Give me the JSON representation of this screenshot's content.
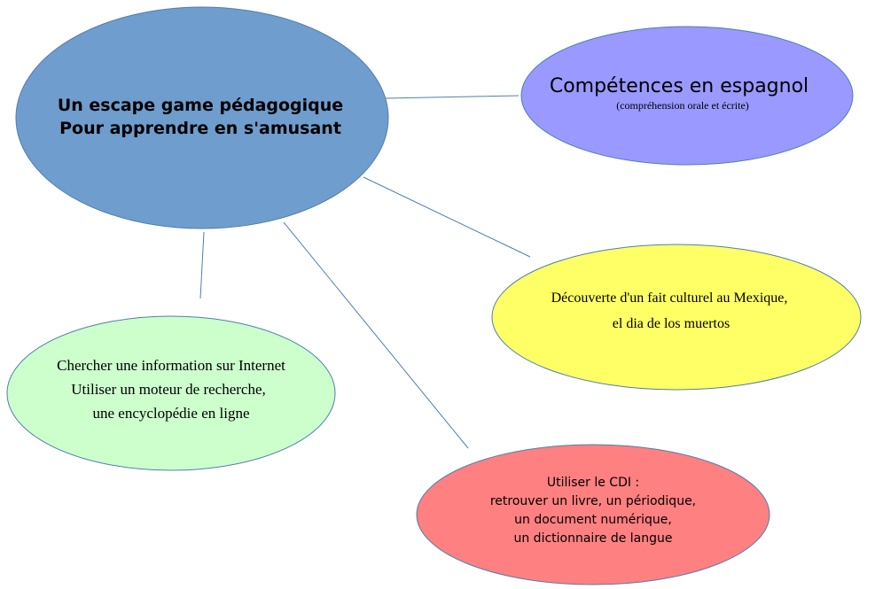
{
  "colors": {
    "main": "#6f9dcd",
    "skills": "#9999ff",
    "culture": "#ffff66",
    "internet": "#ccffcc",
    "cdi": "#ff8080",
    "stroke": "#4f7fb0"
  },
  "main": {
    "line1": "Un escape game pédagogique",
    "line2": "Pour apprendre en s'amusant"
  },
  "skills": {
    "title": "Compétences en espagnol",
    "subtitle": "(compréhension orale et écrite)"
  },
  "culture": {
    "line1": "Découverte d'un fait culturel au Mexique,",
    "line2": "el dia de los muertos"
  },
  "internet": {
    "line1": "Chercher une information sur Internet",
    "line2": "Utiliser un moteur de recherche,",
    "line3": "une encyclopédie en ligne"
  },
  "cdi": {
    "line1": "Utiliser le CDI :",
    "line2": "retrouver un livre, un périodique,",
    "line3": "un document numérique,",
    "line4": "un dictionnaire de langue"
  }
}
